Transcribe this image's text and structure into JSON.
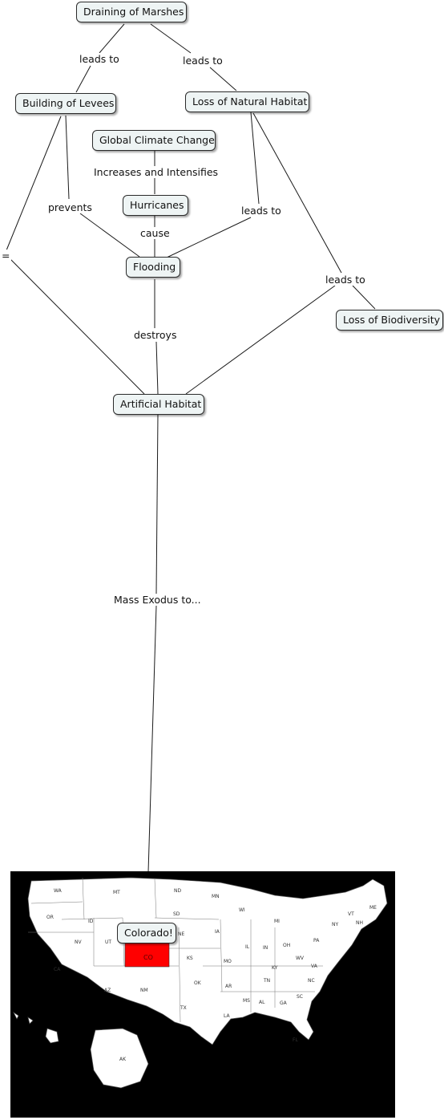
{
  "nodes": {
    "draining": "Draining of Marshes",
    "levees": "Building of Levees",
    "loss_habitat": "Loss of Natural Habitat",
    "climate": "Global Climate Change",
    "hurricanes": "Hurricanes",
    "flooding": "Flooding",
    "biodiversity": "Loss of Biodiversity",
    "artificial": "Artificial Habitat",
    "colorado": "Colorado!"
  },
  "links": {
    "leads_to_1": "leads to",
    "leads_to_2": "leads to",
    "intensifies": "Increases and Intensifies",
    "prevents": "prevents",
    "leads_to_3": "leads to",
    "cause": "cause",
    "equals": "=",
    "leads_to_4": "leads to",
    "destroys": "destroys",
    "exodus": "Mass Exodus to..."
  },
  "map": {
    "highlight_color": "#ff0000",
    "states": [
      "WA",
      "MT",
      "ND",
      "MN",
      "OR",
      "ID",
      "SD",
      "WI",
      "MI",
      "NY",
      "VT",
      "NH",
      "ME",
      "NE",
      "IA",
      "PA",
      "NV",
      "UT",
      "CO",
      "KS",
      "IL",
      "IN",
      "OH",
      "WV",
      "VA",
      "CA",
      "MO",
      "KY",
      "AZ",
      "NM",
      "OK",
      "AR",
      "TN",
      "NC",
      "TX",
      "MS",
      "AL",
      "GA",
      "SC",
      "LA",
      "FL",
      "AK"
    ]
  }
}
